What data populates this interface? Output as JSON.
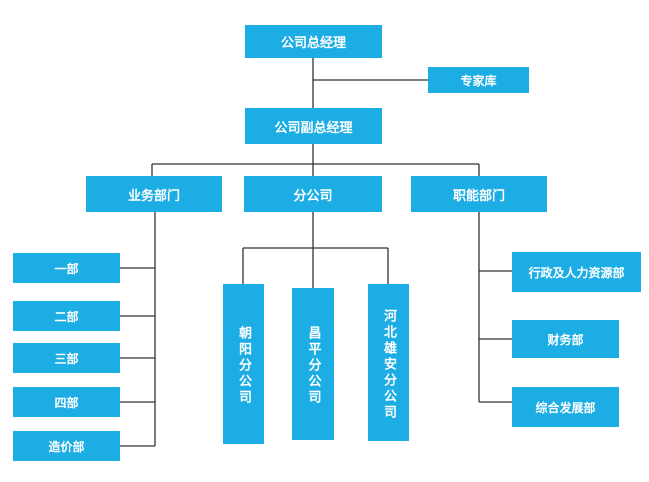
{
  "org": {
    "ceo": "公司总经理",
    "expert_pool": "专家库",
    "vice_ceo": "公司副总经理",
    "departments": {
      "business": "业务部门",
      "branch": "分公司",
      "functional": "职能部门"
    },
    "business_units": [
      "一部",
      "二部",
      "三部",
      "四部",
      "造价部"
    ],
    "branches": [
      "朝阳分公司",
      "昌平分公司",
      "河北雄安分公司"
    ],
    "functional_units": [
      "行政及人力资源部",
      "财务部",
      "综合发展部"
    ]
  },
  "colors": {
    "box_fill": "#1cade4",
    "box_text": "#ffffff",
    "connector": "#333333"
  }
}
